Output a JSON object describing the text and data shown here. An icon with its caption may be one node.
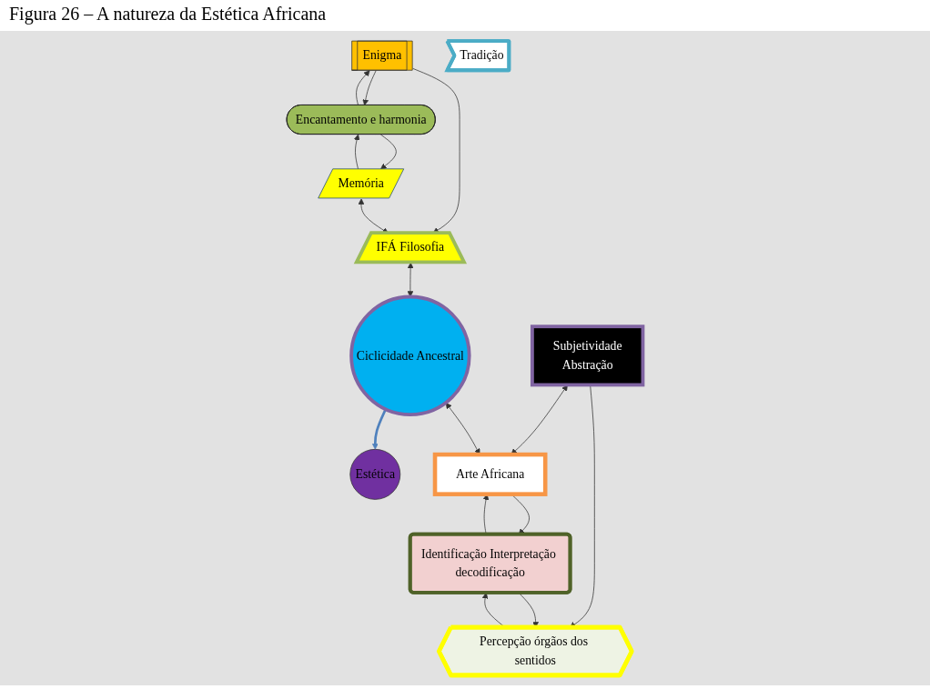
{
  "diagram": {
    "title": "Figura 26 – A natureza da Estética Africana",
    "nodes": [
      {
        "text": [
          "IFÁ Filosofia"
        ]
      },
      {
        "text": [
          "Ciclicidade Ancestral"
        ]
      },
      {
        "text": [
          "Arte Africana"
        ]
      },
      {
        "text": [
          "Enigma"
        ]
      },
      {
        "text": [
          "Identificação Interpretação decodificação"
        ]
      },
      {
        "text": [
          "Encantamento e harmonia"
        ]
      },
      {
        "text": [
          "Estética"
        ]
      },
      {
        "text": [
          "Percepção órgãos dos sentidos"
        ]
      },
      {
        "text": [
          "Memória"
        ]
      },
      {
        "text": [
          "Tradição"
        ]
      },
      {
        "text": [
          "Subjetividade",
          "Abstração"
        ]
      }
    ],
    "edges": [
      {
        "from": 0,
        "to": 1,
        "arrow": "both"
      },
      {
        "from": 1,
        "to": 2,
        "arrow": "both"
      },
      {
        "from": 1,
        "to": 6,
        "arrow": "to",
        "style": "thick",
        "color": "#4f81bd"
      },
      {
        "from": 3,
        "to": 0,
        "arrow": "to"
      },
      {
        "from": 8,
        "to": 0,
        "arrow": "both"
      },
      {
        "from": 3,
        "to": 5,
        "arrow": "to"
      },
      {
        "from": 5,
        "to": 3,
        "arrow": "to"
      },
      {
        "from": 5,
        "to": 8,
        "arrow": "to"
      },
      {
        "from": 8,
        "to": 5,
        "arrow": "to"
      },
      {
        "from": 2,
        "to": 4,
        "arrow": "to"
      },
      {
        "from": 4,
        "to": 2,
        "arrow": "to"
      },
      {
        "from": 4,
        "to": 7,
        "arrow": "to"
      },
      {
        "from": 7,
        "to": 4,
        "arrow": "to"
      },
      {
        "from": 10,
        "to": 7,
        "arrow": "to"
      },
      {
        "from": 10,
        "to": 2,
        "arrow": "both"
      }
    ]
  }
}
